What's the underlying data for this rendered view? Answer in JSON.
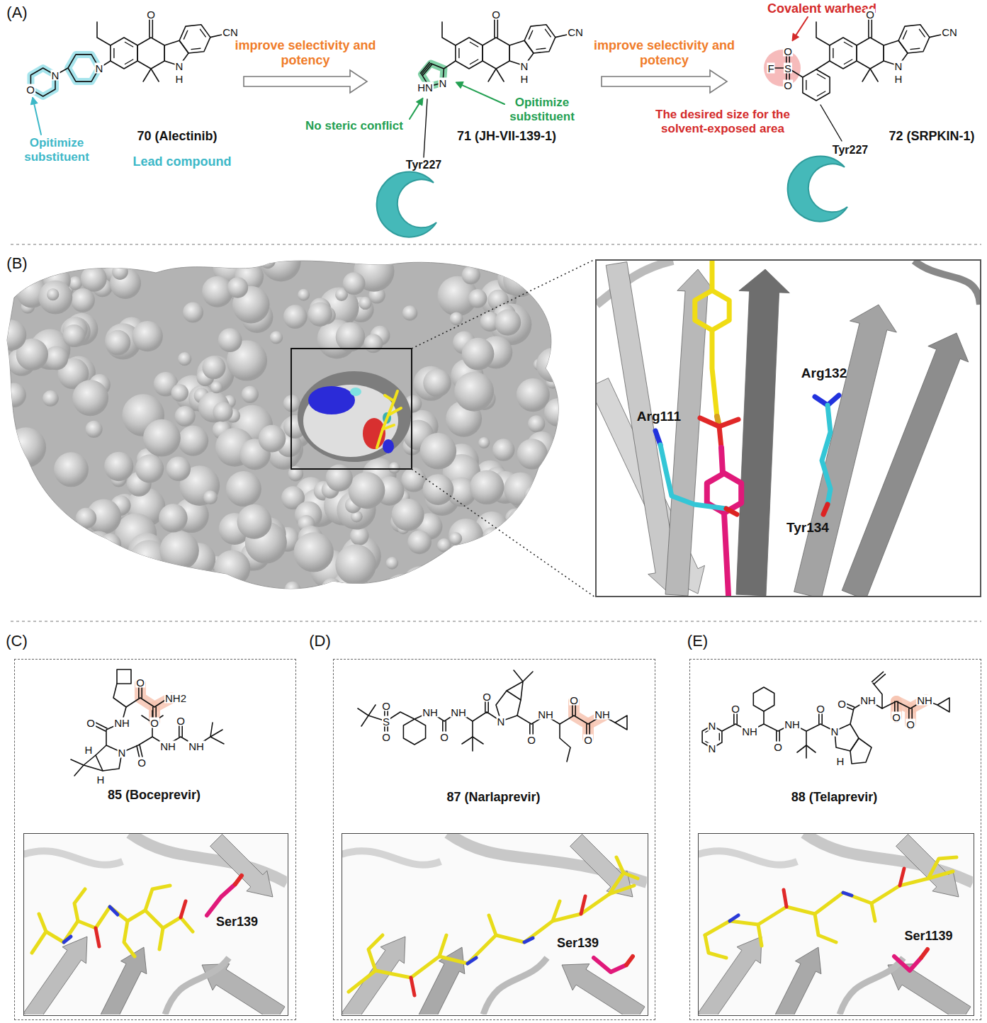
{
  "diagram": {
    "nodes": [
      {
        "text": [
          "70 (Alectinib)",
          "Lead compound"
        ]
      },
      {
        "text": [
          "71 (JH-VII-139-1)"
        ]
      },
      {
        "text": [
          "72 (SRPKIN-1)"
        ]
      },
      {
        "text": [
          "Arg111",
          "Arg132",
          "Tyr134"
        ]
      },
      {
        "text": [
          "(C)",
          "85 (Boceprevir)"
        ]
      },
      {
        "text": [
          "Ser139"
        ],
        "in": 4
      },
      {
        "text": [
          "(D)",
          "87 (Narlaprevir)"
        ]
      },
      {
        "text": [
          "Ser139"
        ],
        "in": 6
      },
      {
        "text": [
          "(E)",
          "88 (Telaprevir)"
        ]
      },
      {
        "text": [
          "Ser1139"
        ],
        "in": 8
      }
    ],
    "edges": [
      {
        "from": 0,
        "to": 1,
        "arrow": "to",
        "label": "improve selectivity and potency"
      },
      {
        "from": 1,
        "to": 2,
        "arrow": "to",
        "label": "improve selectivity and potency"
      }
    ],
    "labels": [
      "(A)",
      "(B)",
      "O",
      "CN",
      "N",
      "H",
      "N",
      "N",
      "O",
      "Opitimize substituent",
      "O",
      "CN",
      "N",
      "H",
      "HN",
      "N",
      "No steric conflict",
      "Opitimize substituent",
      "Tyr227",
      "Covalent warhead",
      "F",
      "S",
      "O",
      "O",
      "O",
      "CN",
      "N",
      "H",
      "The desired size for the solvent-exposed area",
      "Tyr227",
      "O",
      "O",
      "NH2",
      "NH",
      "O",
      "N",
      "H",
      "H",
      "O",
      "NH",
      "O",
      "NH",
      "S",
      "O",
      "O",
      "NH",
      "O",
      "NH",
      "O",
      "N",
      "O",
      "NH",
      "O",
      "O",
      "NH",
      "N",
      "N",
      "O",
      "NH",
      "O",
      "NH",
      "O",
      "N",
      "H",
      "O",
      "NH",
      "O",
      "O",
      "NH"
    ]
  }
}
